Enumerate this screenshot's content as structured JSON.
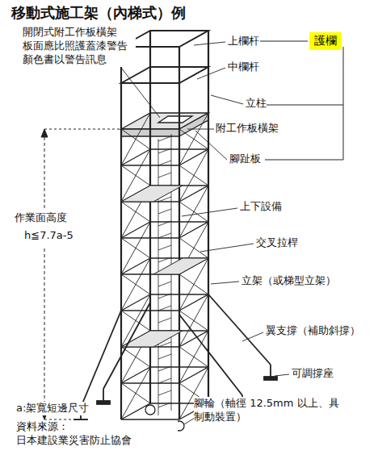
{
  "diagram": {
    "title": "移動式施工架（內梯式）例",
    "nodes": [
      {
        "text": [
          "護欄"
        ]
      }
    ],
    "labels": [
      "開閉式附工作板橫架 板面應比照護蓋漆警告 顏色書以警告訊息",
      "上欄杆",
      "中欄杆",
      "立柱",
      "附工作板橫架",
      "腳趾板",
      "上下設備",
      "作業面高度",
      "h≦7.7a-5",
      "交叉拉桿",
      "立架（或梯型立架）",
      "翼支撐（補助斜撐）",
      "可調撐座",
      "腳輪（軸徑 12.5mm 以上、具 制動裝置）",
      "a:架寬短邊尺寸",
      "資料來源： 日本建設業災害防止協會"
    ]
  }
}
